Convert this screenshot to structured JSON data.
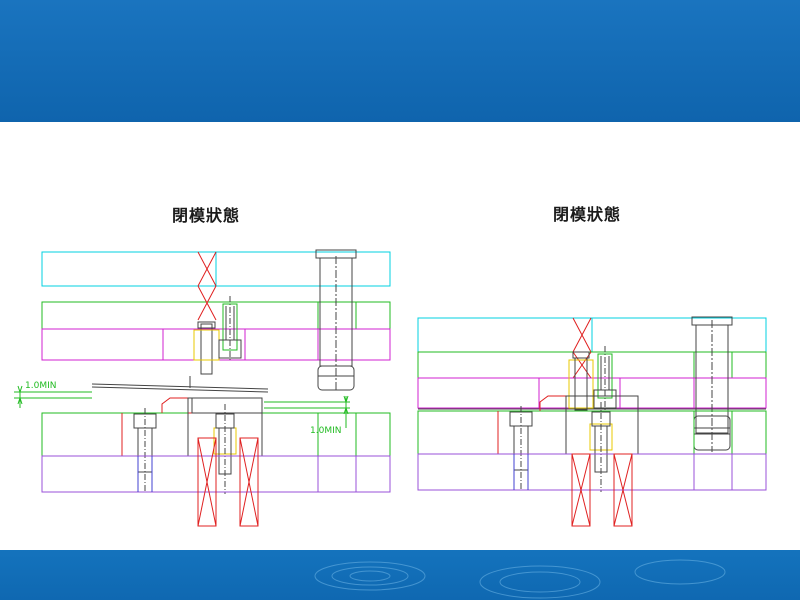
{
  "slide": {
    "colors": {
      "band": "#0f64ad",
      "cyan": "#00d0e0",
      "green": "#22bb22",
      "magenta": "#d020d0",
      "purple": "#9a50d8",
      "red": "#e02020",
      "yellow": "#e8c800",
      "gray": "#444444"
    }
  },
  "diagram_left": {
    "title": "閉模狀態",
    "dim_upper": "1.0MIN",
    "dim_lower": "1.0MIN"
  },
  "diagram_right": {
    "title": "閉模狀態"
  }
}
